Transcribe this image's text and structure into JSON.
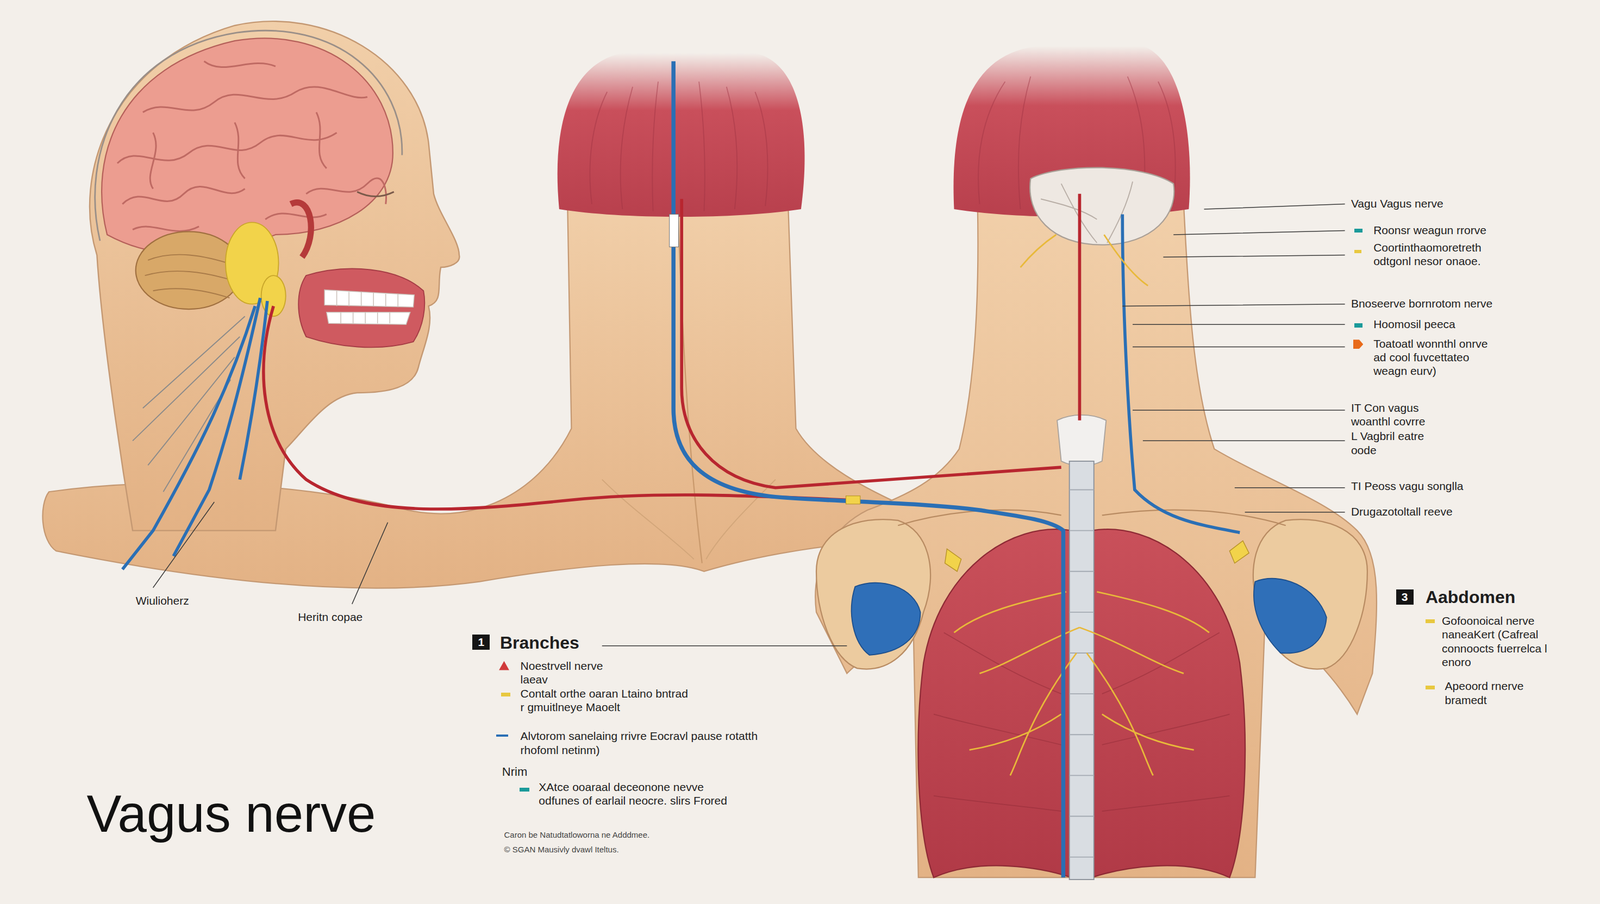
{
  "diagram": {
    "title": "Vagus nerve",
    "labels": [
      "Wiulioherz",
      "Heritn copae",
      "Vagu Vagus nerve",
      "Bnoseerve bornrotom nerve",
      "IT Con vagus woanthl covrre",
      "L Vagbril eatre oode",
      "TI Peoss vagu songlla",
      "Drugazotoltall reeve",
      "1",
      "Branches",
      "Nrim",
      "Caron be Natudtatloworna ne Adddmee.",
      "© SGAN Mausivly dvawl Iteltus.",
      "3",
      "Aabdomen"
    ],
    "legend": [
      {
        "text": "Roonsr weagun rrorve",
        "color": "#1a9a9a"
      },
      {
        "text": "Coortinthaomoretreth odtgonl nesor onaoe.",
        "color": "#e8c840"
      },
      {
        "text": "Hoomosil peeca",
        "color": "#1a9a9a"
      },
      {
        "text": "Toatoatl wonnthl onrve ad cool fuvcettateo weagn eurv)",
        "color": "#e86a1a"
      },
      {
        "text": "Noestrvell nerve laeav"
      },
      {
        "text": "Contalt orthe oaran Ltaino bntrad r gmuitlneye Maoelt",
        "color": "#e8c840"
      },
      {
        "text": "Alvtorom sanelaing rrivre Eocravl pause rotatth rhofoml netinm)"
      },
      {
        "text": "XAtce ooaraal deceonone nevve odfunes of earlail neocre. slirs Frored",
        "color": "#1a9a9a"
      },
      {
        "text": "Gofoonoical nerve naneaKert (Cafreal connoocts fuerrelca l enoro",
        "color": "#e8c840"
      },
      {
        "text": "Apeoord rnerve bramedt",
        "color": "#e8c840"
      }
    ]
  }
}
